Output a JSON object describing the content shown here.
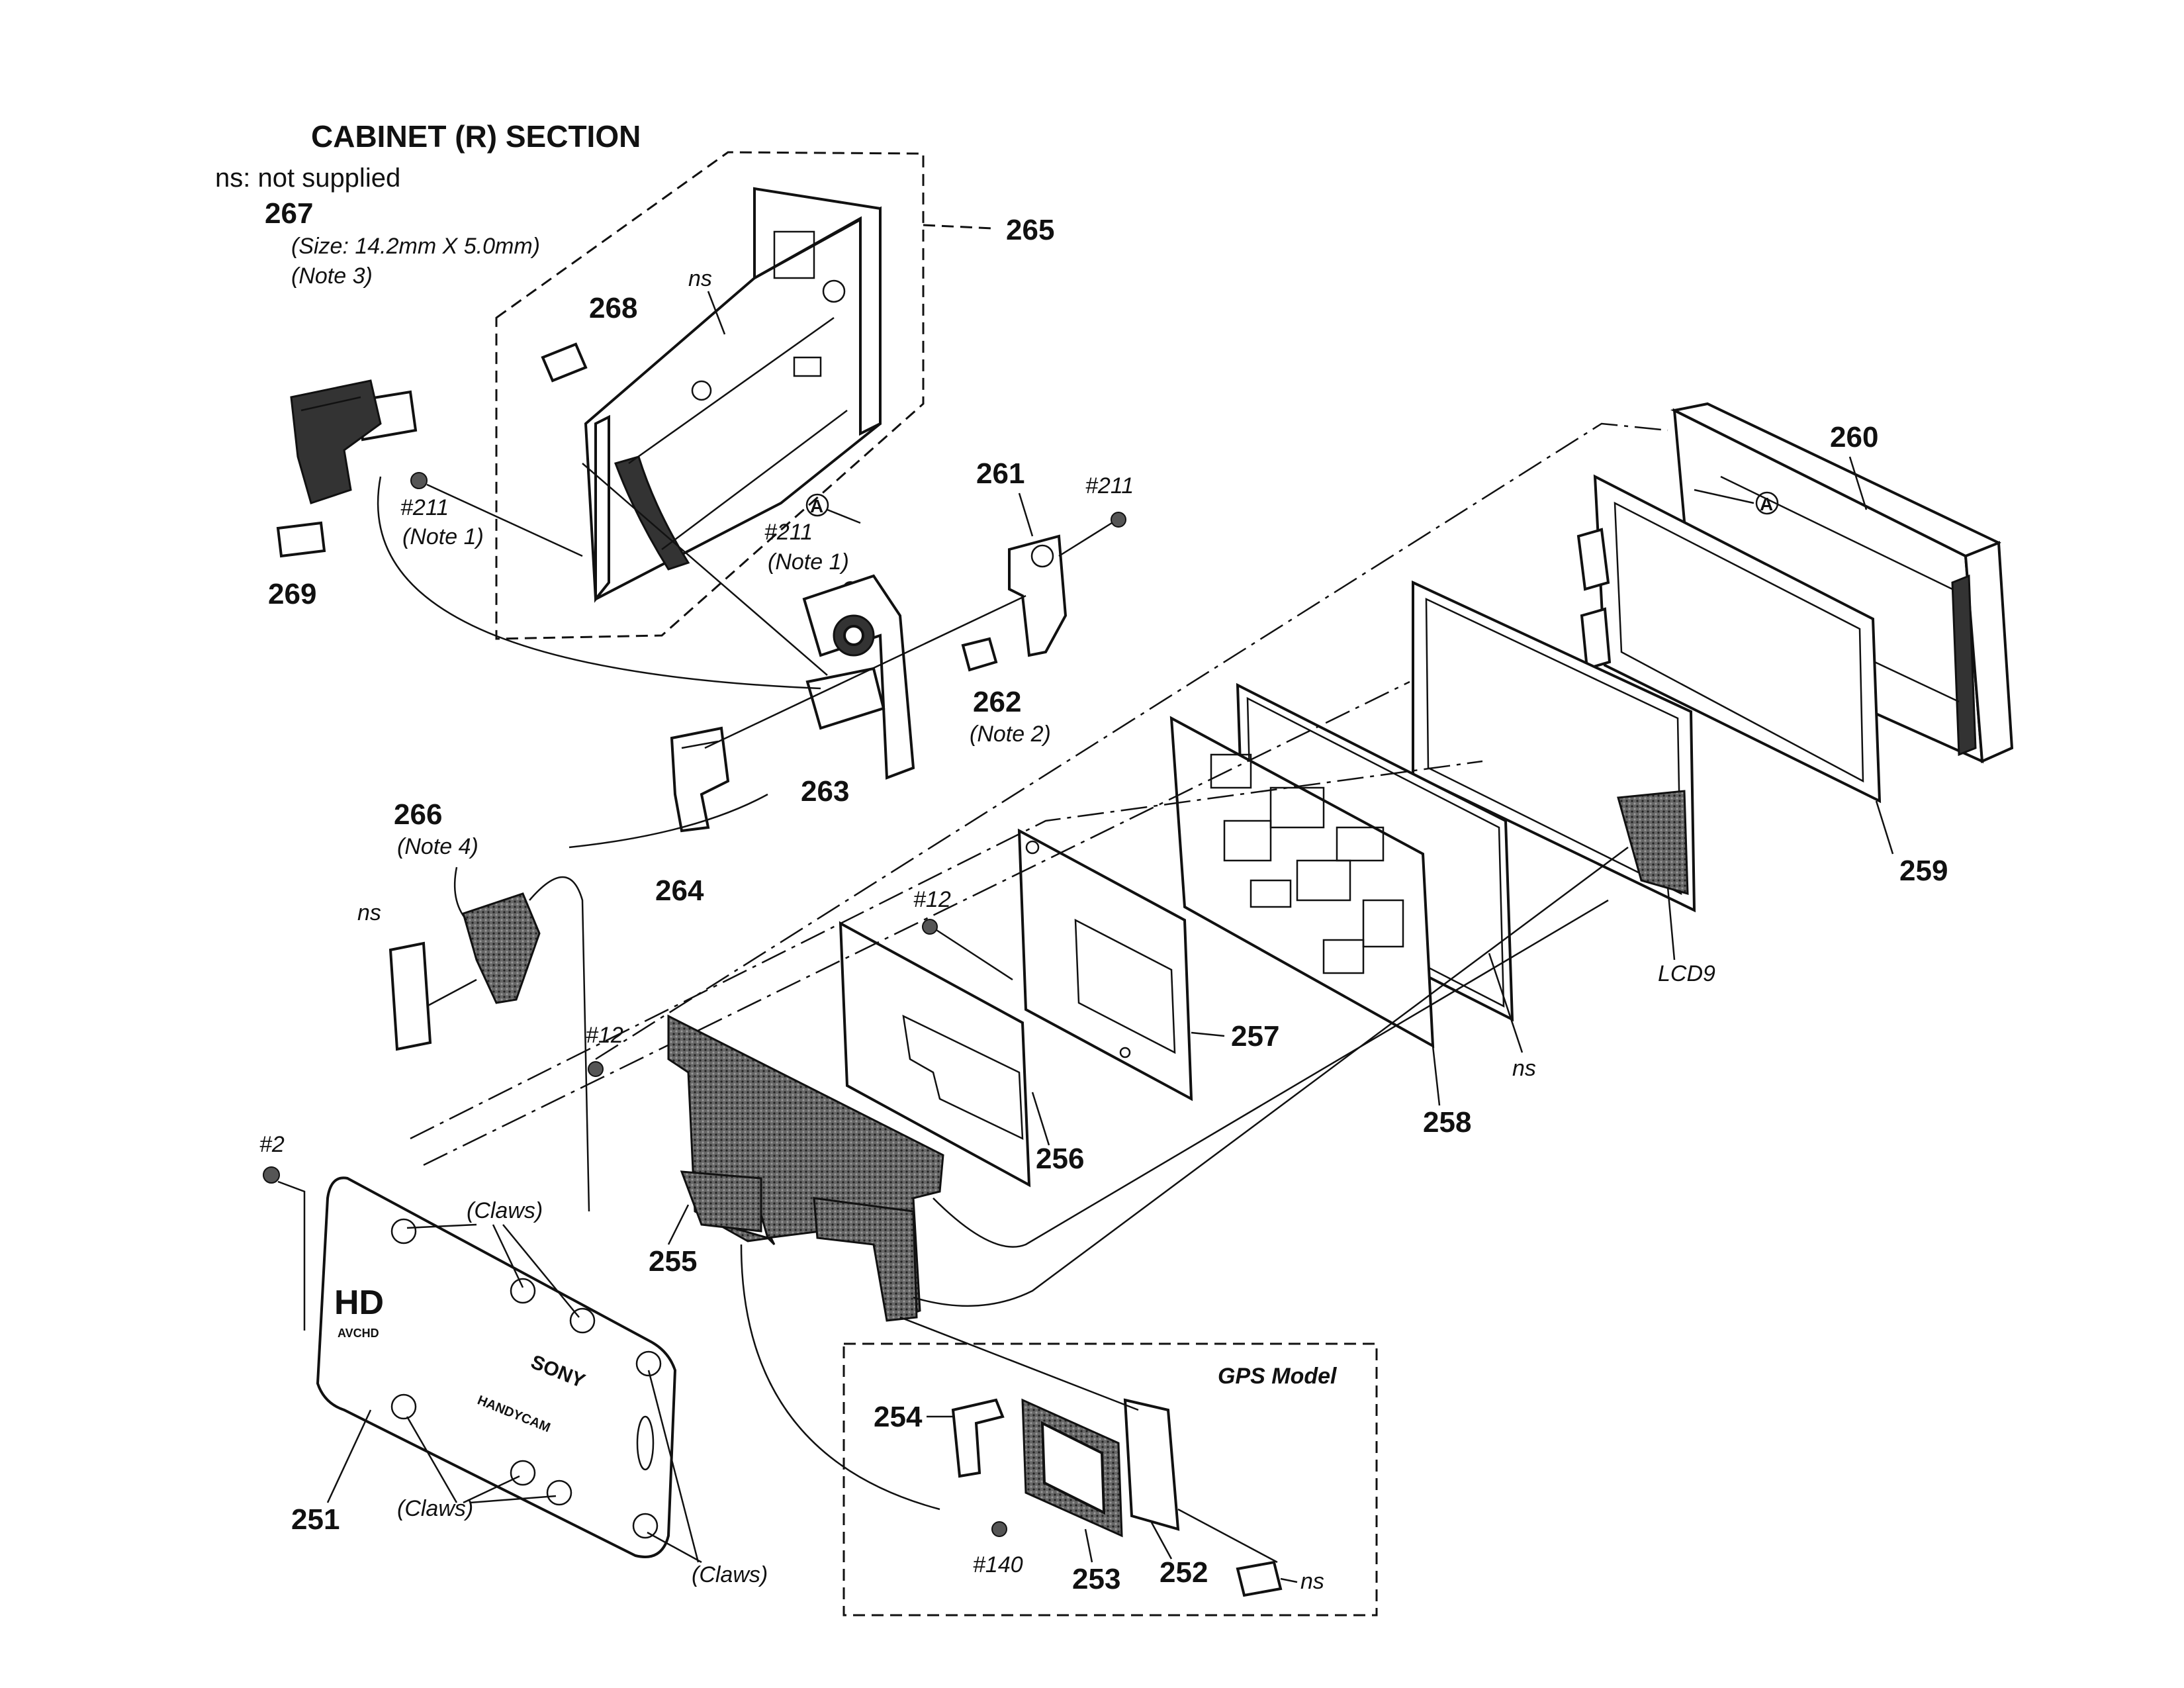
{
  "header": {
    "title": "CABINET (R) SECTION",
    "note": "ns: not supplied"
  },
  "callouts": {
    "p251": "251",
    "p252": "252",
    "p253": "253",
    "p254": "254",
    "p255": "255",
    "p256": "256",
    "p257": "257",
    "p258": "258",
    "p259": "259",
    "p260": "260",
    "p261": "261",
    "p262": "262",
    "p263": "263",
    "p264": "264",
    "p265": "265",
    "p266": "266",
    "p267": "267",
    "p268": "268",
    "p269": "269",
    "lcd9": "LCD9"
  },
  "notes": {
    "size267": "(Size: 14.2mm X 5.0mm)",
    "note1": "(Note 1)",
    "note2": "(Note 2)",
    "note3": "(Note 3)",
    "note4": "(Note 4)",
    "ns": "ns",
    "claws": "(Claws)",
    "gps_model": "GPS Model"
  },
  "screws": {
    "s211": "#211",
    "s12": "#12",
    "s2": "#2",
    "s140": "#140"
  },
  "markers": {
    "a": "A"
  },
  "panel_print": {
    "logo": "HD",
    "logo_sub": "AVCHD",
    "brand": "SONY",
    "model": "HANDYCAM"
  }
}
